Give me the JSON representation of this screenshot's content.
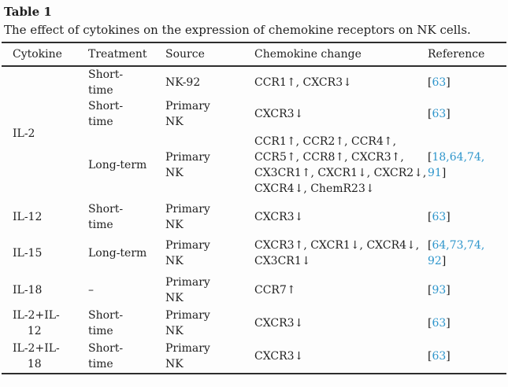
{
  "page": {
    "title": "Table 1",
    "caption": "The effect of cytokines on the expression of chemokine receptors on NK cells."
  },
  "colors": {
    "text": "#1f1f1f",
    "reference_link_blue": "#2f96cc",
    "rule": "#2e2e2e",
    "background": "#fdfdfd"
  },
  "table": {
    "columns": [
      {
        "label": "Cytokine"
      },
      {
        "label": "Treatment"
      },
      {
        "label": "Source"
      },
      {
        "label": "Chemokine change"
      },
      {
        "label": "Reference"
      }
    ],
    "rows": [
      {
        "cytokine": "IL-2",
        "cytokine_rowspan": 3,
        "treatment": "Short-\ntime",
        "source": "NK-92",
        "change": "CCR1↑, CXCR3↓",
        "refs": [
          "63"
        ]
      },
      {
        "treatment": "Short-\ntime",
        "source": "Primary\nNK",
        "change": "CXCR3↓",
        "refs": [
          "63"
        ]
      },
      {
        "treatment": "Long-term",
        "source": "Primary\nNK",
        "change": "CCR1↑, CCR2↑, CCR4↑,\nCCR5↑, CCR8↑, CXCR3↑,\nCX3CR1↑, CXCR1↓, CXCR2↓,\nCXCR4↓, ChemR23↓",
        "refs": [
          "18",
          "64",
          "74",
          "91"
        ],
        "ref_wrap_after": 2
      },
      {
        "cytokine": "IL-12",
        "treatment": "Short-\ntime",
        "source": "Primary\nNK",
        "change": "CXCR3↓",
        "refs": [
          "63"
        ]
      },
      {
        "cytokine": "IL-15",
        "treatment": "Long-term",
        "source": "Primary\nNK",
        "change": "CXCR3↑, CXCR1↓, CXCR4↓,\nCX3CR1↓",
        "refs": [
          "64",
          "73",
          "74",
          "92"
        ],
        "ref_wrap_after": 2
      },
      {
        "cytokine": "IL-18",
        "treatment": "–",
        "source": "Primary\nNK",
        "change": "CCR7↑",
        "refs": [
          "93"
        ]
      },
      {
        "cytokine": "IL-2+IL-12",
        "cytokine_lines": [
          "IL-2+IL-",
          "12"
        ],
        "treatment": "Short-\ntime",
        "source": "Primary\nNK",
        "change": "CXCR3↓",
        "refs": [
          "63"
        ]
      },
      {
        "cytokine": "IL-2+IL-18",
        "cytokine_lines": [
          "IL-2+IL-",
          "18"
        ],
        "treatment": "Short-\ntime",
        "source": "Primary\nNK",
        "change": "CXCR3↓",
        "refs": [
          "63"
        ]
      }
    ]
  }
}
